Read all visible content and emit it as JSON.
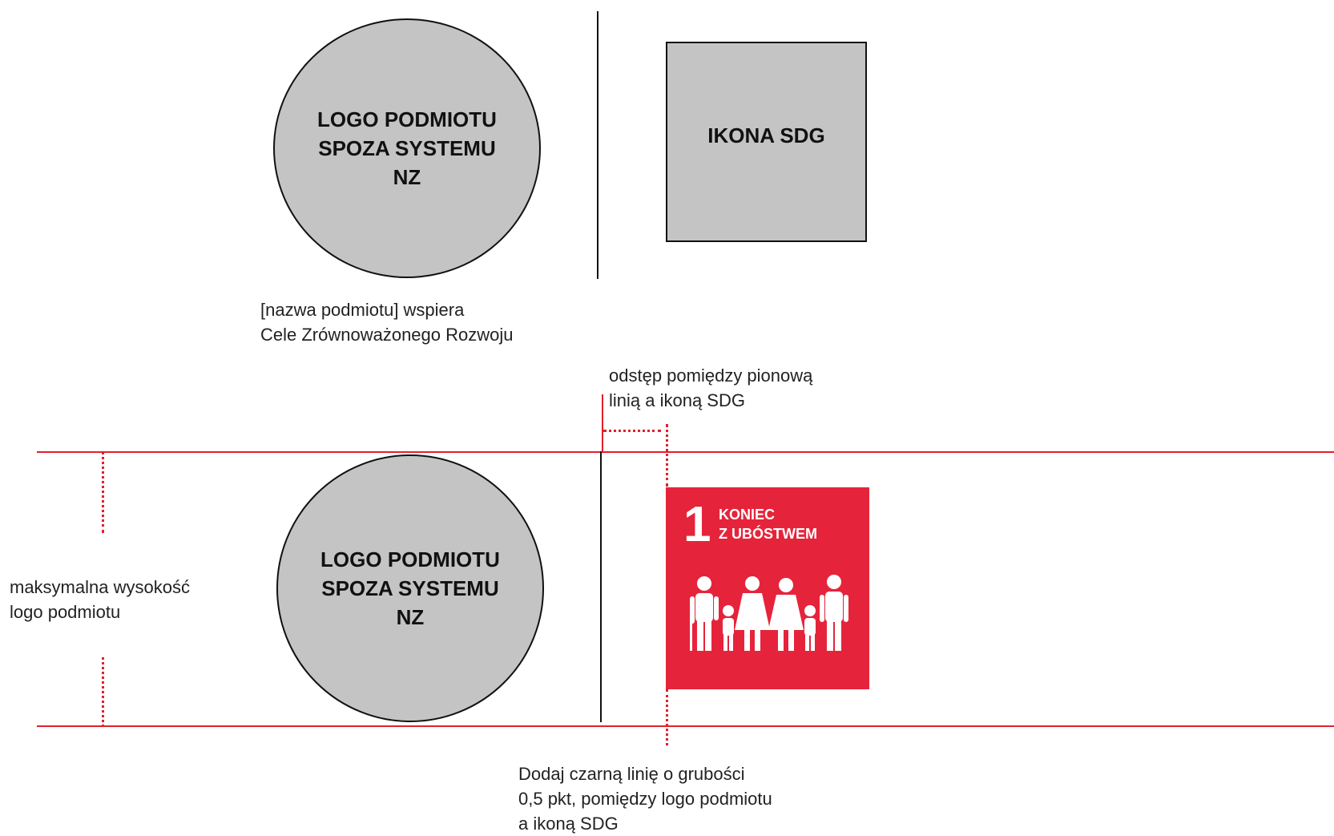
{
  "top_section": {
    "logo_placeholder_lines": [
      "LOGO PODMIOTU",
      "SPOZA SYSTEMU",
      "NZ"
    ],
    "sdg_placeholder_label": "IKONA SDG",
    "caption_lines": [
      "[nazwa podmiotu] wspiera",
      "Cele Zrównoważonego Rozwoju"
    ]
  },
  "bottom_section": {
    "spacing_note_lines": [
      "odstęp pomiędzy pionową",
      "linią a ikoną SDG"
    ],
    "height_note_lines": [
      "maksymalna wysokość",
      "logo podmiotu"
    ],
    "logo_placeholder_lines": [
      "LOGO PODMIOTU",
      "SPOZA SYSTEMU",
      "NZ"
    ],
    "sdg_icon": {
      "number": "1",
      "title_lines": [
        "KONIEC",
        "Z UBÓSTWEM"
      ],
      "color": "#e5243b",
      "icon": "family-icon"
    },
    "line_note_lines": [
      "Dodaj czarną linię o grubości",
      "0,5 pkt, pomiędzy logo podmiotu",
      "a ikoną SDG"
    ]
  },
  "colors": {
    "guide_red": "#e0202d",
    "placeholder_gray": "#c4c4c4",
    "divider_black": "#111111"
  }
}
